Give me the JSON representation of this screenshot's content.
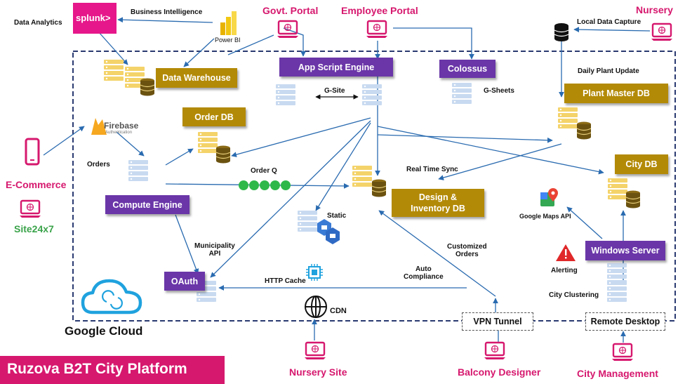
{
  "title": "Ruzova B2T City Platform",
  "cloud_label": "Google Cloud",
  "brand": {
    "splunk": "splunk>",
    "powerbi": "Power BI",
    "firebase": "Firebase",
    "firebase_sub": "Authentication",
    "site247": "Site24x7",
    "gmaps": "Google Maps API"
  },
  "actors": {
    "govt_portal": "Govt. Portal",
    "employee_portal": "Employee Portal",
    "nursery": "Nursery",
    "ecommerce": "E-Commerce",
    "nursery_site": "Nursery Site",
    "balcony_designer": "Balcony Designer",
    "city_management": "City Management"
  },
  "services": {
    "app_script_engine": "App Script Engine",
    "colossus": "Colossus",
    "compute_engine": "Compute Engine",
    "oauth": "OAuth",
    "windows_server": "Windows Server"
  },
  "databases": {
    "data_warehouse": "Data Warehouse",
    "order_db": "Order DB",
    "plant_master_db": "Plant Master DB",
    "city_db": "City DB",
    "design_inventory_db_line1": "Design &",
    "design_inventory_db_line2": "Inventory DB"
  },
  "gateways": {
    "vpn_tunnel": "VPN Tunnel",
    "remote_desktop": "Remote Desktop"
  },
  "labels": {
    "data_analytics": "Data Analytics",
    "business_intelligence": "Business Intelligence",
    "local_data_capture": "Local Data Capture",
    "daily_plant_update": "Daily Plant Update",
    "g_site": "G-Site",
    "g_sheets": "G-Sheets",
    "orders": "Orders",
    "order_q": "Order Q",
    "real_time_sync": "Real Time Sync",
    "municipality_api_line1": "Municipality",
    "municipality_api_line2": "API",
    "static": "Static",
    "customized_orders_line1": "Customized",
    "customized_orders_line2": "Orders",
    "auto_compliance_line1": "Auto",
    "auto_compliance_line2": "Compliance",
    "http_cache": "HTTP Cache",
    "cdn": "CDN",
    "alerting": "Alerting",
    "city_clustering": "City Clustering"
  },
  "colors": {
    "accent_pink": "#d6186e",
    "service_purple": "#6a36a8",
    "db_gold": "#b38a07",
    "arrow_blue": "#2a6bb0"
  }
}
